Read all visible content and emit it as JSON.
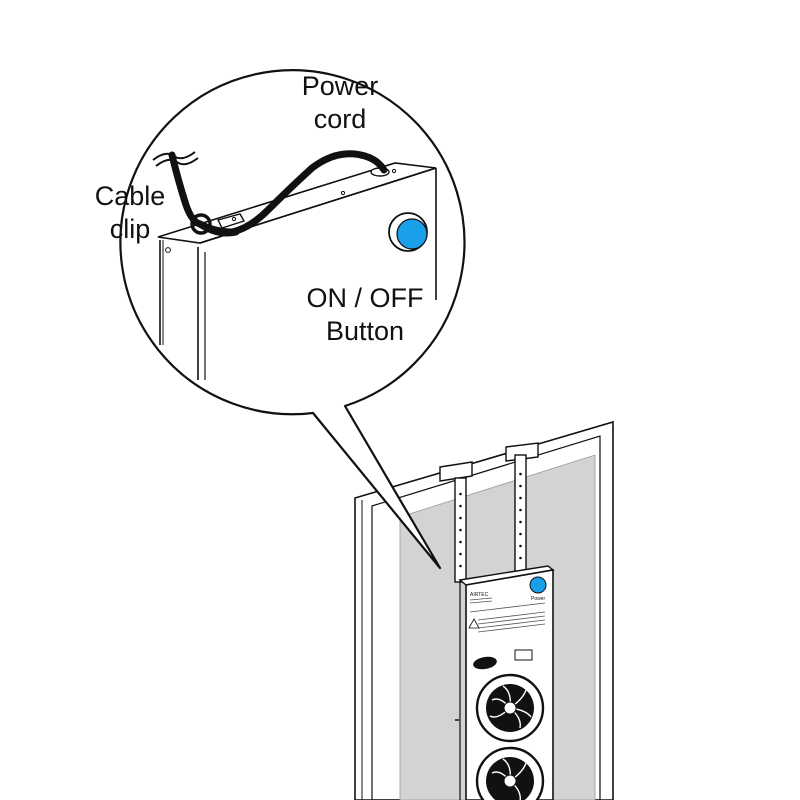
{
  "callouts": {
    "power_cord": [
      "Power",
      "cord"
    ],
    "cable_clip": [
      "Cable",
      "clip"
    ],
    "on_off_button": [
      "ON / OFF",
      "Button"
    ]
  },
  "device": {
    "brand": "AIRTEC",
    "power_label": "Power"
  },
  "icons": {
    "on_off_button": "circle-button-icon",
    "fan": "fan-icon",
    "warning": "warning-triangle-icon"
  },
  "colors": {
    "button_blue": "#1aa0e8",
    "panel_gray": "#d3d3d3",
    "line": "#111111"
  }
}
